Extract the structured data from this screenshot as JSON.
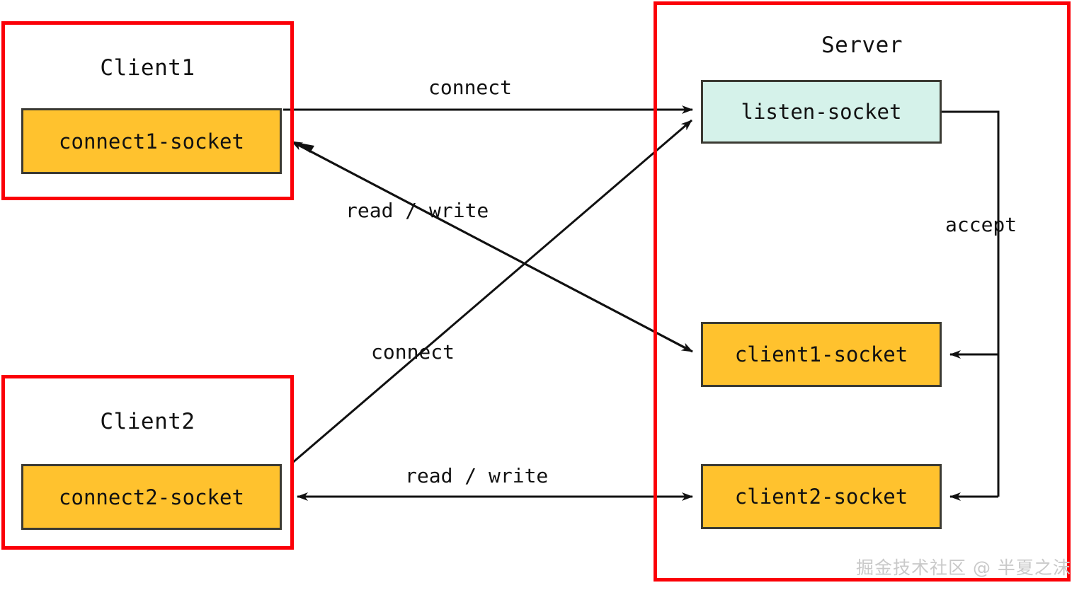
{
  "diagram": {
    "title": "TCP socket connection model: two clients and one server",
    "background": "#ffffff",
    "colors": {
      "group_border": "#fb0007",
      "node_border": "#3b3a33",
      "socket_orange": "#ffc22e",
      "listen_mint": "#d5f2ea",
      "edge_stroke": "#111111",
      "watermark": "#c9c9c9"
    }
  },
  "groups": [
    {
      "key": "client1",
      "label": "Client1"
    },
    {
      "key": "client2",
      "label": "Client2"
    },
    {
      "key": "server",
      "label": "Server"
    }
  ],
  "nodes": {
    "connect1_socket": "connect1-socket",
    "connect2_socket": "connect2-socket",
    "listen_socket": "listen-socket",
    "client1_socket": "client1-socket",
    "client2_socket": "client2-socket"
  },
  "edges": [
    {
      "key": "connect_top",
      "label": "connect",
      "from": "connect1-socket",
      "to": "listen-socket",
      "arrow": "single"
    },
    {
      "key": "connect_bottom",
      "label": "connect",
      "from": "connect2-socket",
      "to": "listen-socket",
      "arrow": "single"
    },
    {
      "key": "readwrite_top",
      "label": "read / write",
      "from": "client1-socket",
      "to": "connect1-socket",
      "arrow": "single"
    },
    {
      "key": "readwrite_bottom",
      "label": "read / write",
      "from": "connect2-socket",
      "to": "client2-socket",
      "arrow": "double"
    },
    {
      "key": "accept",
      "label": "accept",
      "from": "listen-socket",
      "to": "client1-socket, client2-socket",
      "arrow": "single"
    }
  ],
  "watermark": {
    "text": "掘金技术社区 @ 半夏之沫"
  }
}
